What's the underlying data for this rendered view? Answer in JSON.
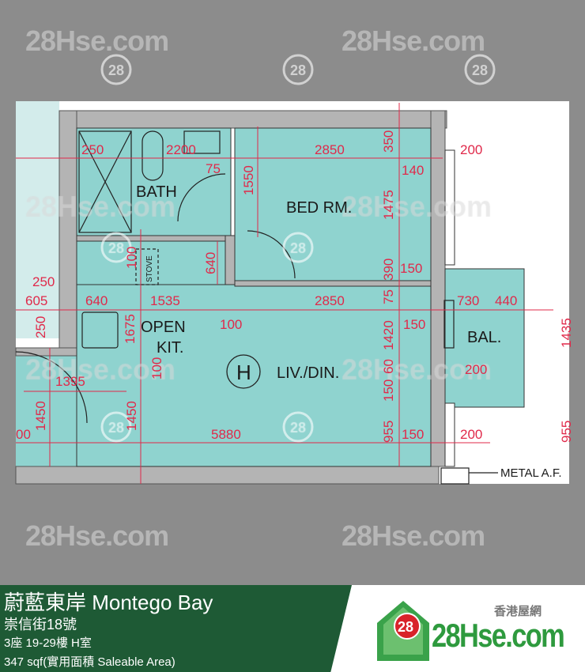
{
  "plan": {
    "rooms": {
      "bath": "BATH",
      "bed": "BED RM.",
      "stove": "STOVE",
      "open": "OPEN",
      "kit": "KIT.",
      "unit_mark": "H",
      "liv": "LIV./DIN.",
      "bal": "BAL.",
      "metal": "METAL A.F."
    },
    "dims_h": [
      "250",
      "2200",
      "2850",
      "200",
      "75",
      "140",
      "150",
      "250",
      "605",
      "640",
      "1535",
      "2850",
      "730",
      "440",
      "100",
      "150",
      "200",
      "1395",
      "5880",
      "150",
      "200",
      "00"
    ],
    "dims_v": [
      "350",
      "1550",
      "1475",
      "100",
      "640",
      "390",
      "75",
      "250",
      "1675",
      "1420",
      "100",
      "60",
      "150",
      "1450",
      "1450",
      "955",
      "1435",
      "955"
    ],
    "colors": {
      "wall": "#b4b4b4",
      "room": "#8fd3cf",
      "dimension": "#e0294a",
      "footer": "#1e5a35"
    }
  },
  "watermark": {
    "text": "28Hse.com",
    "badge": "28"
  },
  "footer": {
    "title": "蔚藍東岸 Montego Bay",
    "address": "崇信街18號",
    "unit": "3座 19-29樓 H室",
    "area": "347 sqf(實用面積 Saleable Area)"
  },
  "brand": {
    "cn": "香港屋網",
    "badge": "28",
    "name": "28Hse.com"
  }
}
